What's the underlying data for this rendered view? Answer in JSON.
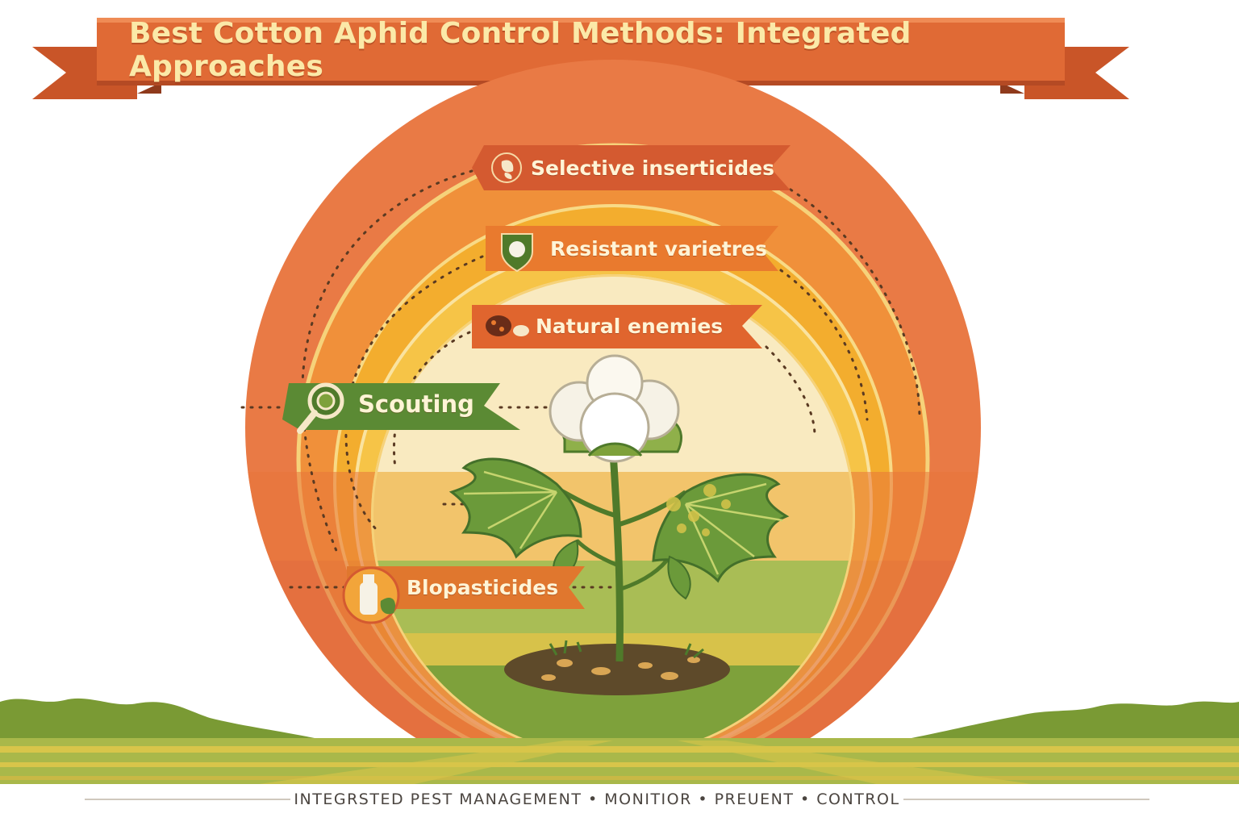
{
  "title": "Best Cotton Aphid Control Methods: Integrated Approaches",
  "methods": [
    {
      "label": "Selective inserticides",
      "icon": "droplet-leaf-icon"
    },
    {
      "label": "Resistant varietres",
      "icon": "shield-cotton-icon"
    },
    {
      "label": "Natural enemies",
      "icon": "ladybug-icon"
    },
    {
      "label": "Scouting",
      "icon": "magnifier-icon"
    },
    {
      "label": "Blopasticides",
      "icon": "spray-bottle-leaf-icon"
    }
  ],
  "footer": "INTEGRSTED PEST MANAGEMENT  •  MONITIOR • PREUENT • CONTROL",
  "colors": {
    "banner": "#e06a35",
    "banner_dark": "#b44a24",
    "title_text": "#fbe9a8",
    "ring_outer": "#e97a45",
    "ring_orange": "#f0903a",
    "ring_amber": "#f3ad2e",
    "ring_yellow": "#f6c447",
    "center_cream": "#f9eac0",
    "ribbon_red": "#d45a30",
    "ribbon_orange": "#e97a2e",
    "ribbon_green": "#5b8a34",
    "leaf_green": "#6b9a3a",
    "field_green": "#8aa93b",
    "field_yellow": "#d8c54a"
  }
}
